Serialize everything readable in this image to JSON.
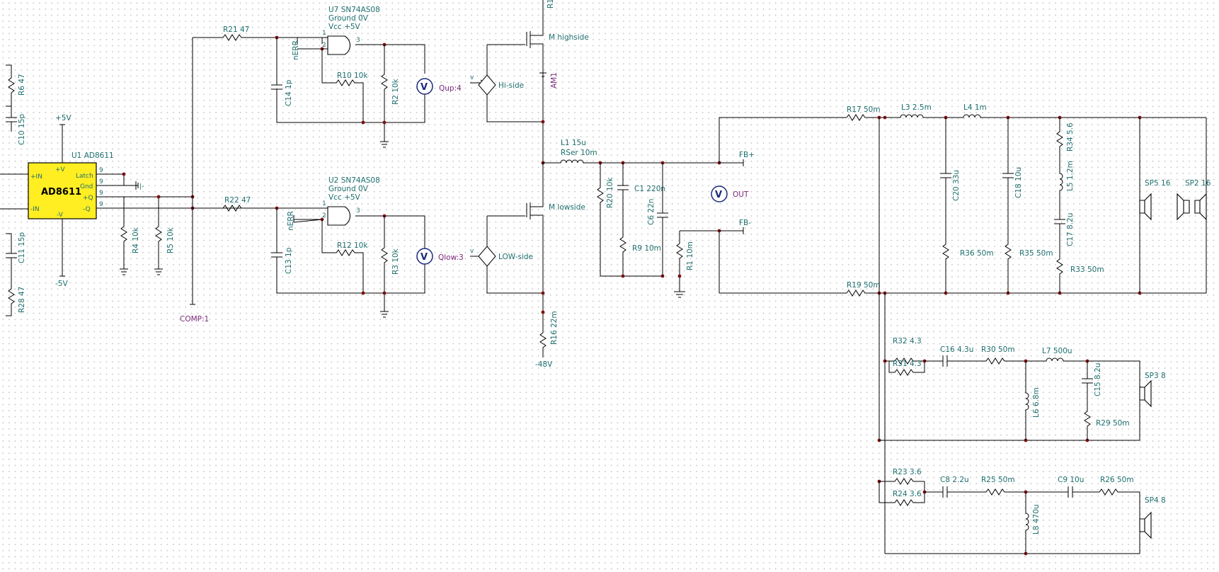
{
  "opamp": {
    "ref": "U1 AD8611",
    "name": "AD8611",
    "pin_vp": "+V",
    "pin_vm": "-V",
    "pin_inp": "+IN",
    "pin_inm": "-IN",
    "pin_latch": "Latch",
    "pin_gnd": "Gnd",
    "pin_qp": "+Q",
    "pin_qm": "-Q",
    "pin_num": "9",
    "supply_pos": "+5V",
    "supply_neg": "-5V",
    "ground_mark": "|-"
  },
  "gate_top": {
    "ref": "U7 SN74AS08",
    "gnd": "Ground 0V",
    "vcc": "Vcc +5V",
    "nerr": "nERR",
    "pin1": "1",
    "pin2": "2",
    "pin3": "3"
  },
  "gate_bot": {
    "ref": "U2 SN74AS08",
    "gnd": "Ground 0V",
    "vcc": "Vcc +5V",
    "nerr": "nERR",
    "pin1": "1",
    "pin2": "2",
    "pin3": "3"
  },
  "left_parts": {
    "r6": "R6 47",
    "c10": "C10 15p",
    "c11": "C11 15p",
    "r28": "R28 47",
    "r4": "R4 10k",
    "r5": "R5 10k",
    "comp": "COMP:1"
  },
  "top_parts": {
    "r21": "R21 47",
    "c14": "C14 1p",
    "r10": "R10 10k",
    "r2": "R2 10k",
    "qup": "Qup:4",
    "hiside": "Hi-side",
    "mhigh": "M highside",
    "am1": "AM1",
    "rtop": "R1",
    "v_small": "v"
  },
  "bot_parts": {
    "r22": "R22 47",
    "c13": "C13 1p",
    "r12": "R12 10k",
    "r3": "R3 10k",
    "qlow": "Qlow:3",
    "lowside": "LOW-side",
    "mlow": "M lowside",
    "r16": "R16 22m",
    "neg48": "-48V"
  },
  "output_filter": {
    "l1": "L1 15u",
    "rser": "RSer 10m",
    "r20": "R20 10k",
    "c1": "C1 220n",
    "c6": "C6 22n",
    "r9": "R9 10m",
    "r1": "R1 10m",
    "fbp": "FB+",
    "fbm": "FB-",
    "out": "OUT",
    "meter": "V"
  },
  "crossover_main": {
    "r17": "R17 50m",
    "r19": "R19 50m",
    "l3": "L3 2.5m",
    "l4": "L4 1m",
    "c20": "C20 33u",
    "c18": "C18 10u",
    "r34": "R34 5.6",
    "l5": "L5 1.2m",
    "c17": "C17 8.2u",
    "r36": "R36 50m",
    "r35": "R35 50m",
    "r33": "R33 50m",
    "sp5": "SP5 16",
    "sp2": "SP2 16"
  },
  "crossover_mid": {
    "r32": "R32 4.3",
    "r31": "R31 4.3",
    "c16": "C16 4.3u",
    "r30": "R30 50m",
    "l7": "L7 500u",
    "l6": "L6 6.8m",
    "c15": "C15 8.2u",
    "r29": "R29 50m",
    "sp3": "SP3 8"
  },
  "crossover_hi": {
    "r23": "R23 3.6",
    "r24": "R24 3.6",
    "c8": "C8 2.2u",
    "r25": "R25 50m",
    "c9": "C9 10u",
    "r26": "R26 50m",
    "l8": "L8 470u",
    "sp4": "SP4 8"
  },
  "colors": {
    "wire": "#000000",
    "label": "#1f6f6f",
    "probe_label": "#7a2a7a",
    "junction": "#7a1010",
    "opamp_fill": "#ffee22",
    "meter": "#1a2a7a"
  }
}
